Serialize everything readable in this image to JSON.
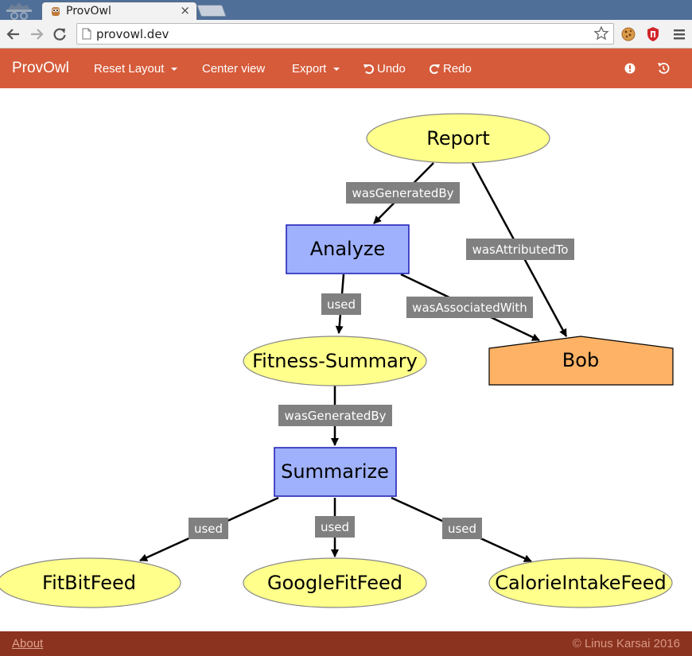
{
  "browser": {
    "tab_title": "ProvOwl",
    "tab_close": "×",
    "url": "provowl.dev"
  },
  "navbar": {
    "brand": "ProvOwl",
    "reset_layout": "Reset Layout",
    "center_view": "Center view",
    "export": "Export",
    "undo": "Undo",
    "redo": "Redo"
  },
  "graph": {
    "nodes": {
      "report": "Report",
      "analyze": "Analyze",
      "fitness_summary": "Fitness-Summary",
      "bob": "Bob",
      "summarize": "Summarize",
      "fitbitfeed": "FitBitFeed",
      "googlefitfeed": "GoogleFitFeed",
      "calorieintakefeed": "CalorieIntakeFeed"
    },
    "edges": {
      "report_analyze": "wasGeneratedBy",
      "report_bob": "wasAttributedTo",
      "analyze_fitness": "used",
      "analyze_bob": "wasAssociatedWith",
      "fitness_summarize": "wasGeneratedBy",
      "summarize_fitbit": "used",
      "summarize_googlefit": "used",
      "summarize_calorie": "used"
    },
    "colors": {
      "entity": "#ffff8c",
      "activity": "#9fb1fc",
      "agent": "#fdb266",
      "edge_label_bg": "#808080"
    }
  },
  "footer": {
    "about": "About",
    "copyright": "© Linus Karsai 2016"
  }
}
